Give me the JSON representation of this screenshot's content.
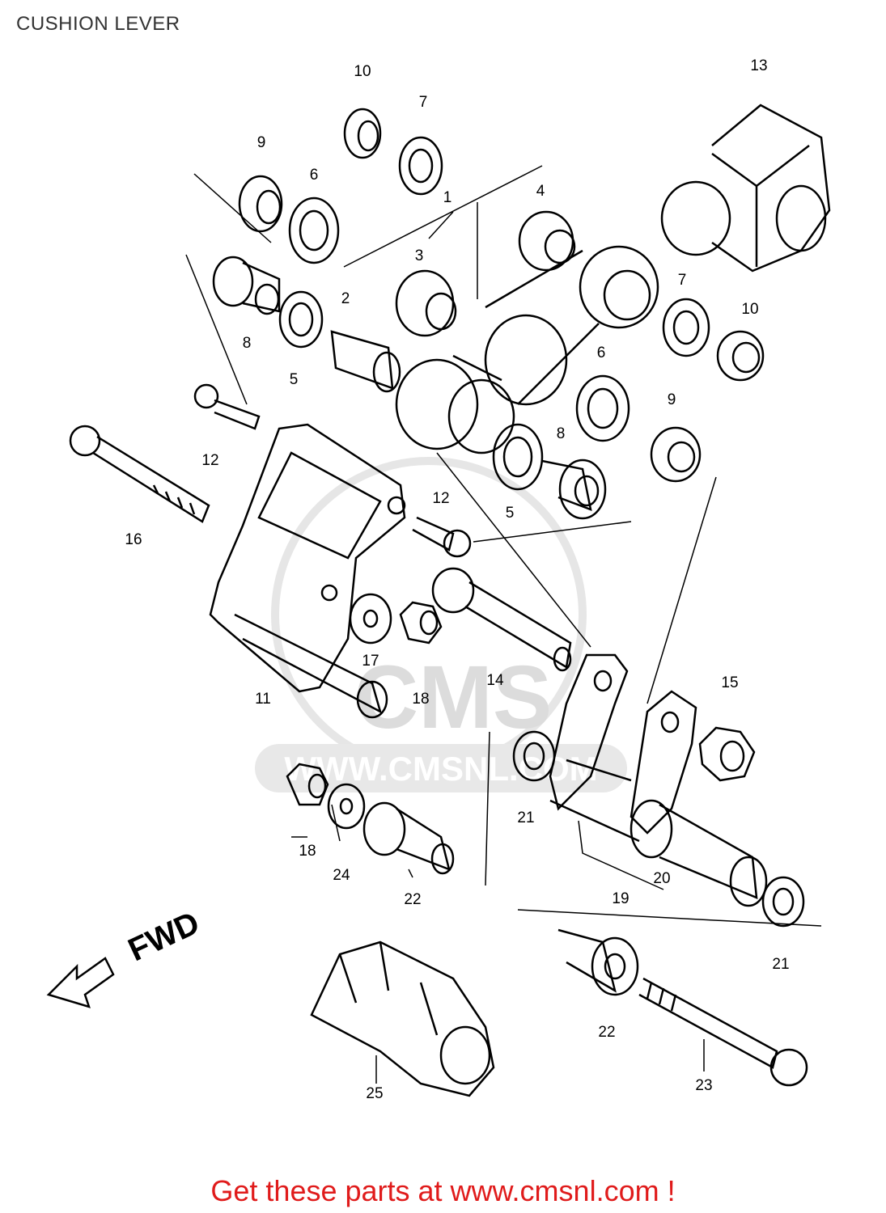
{
  "title": "CUSHION LEVER",
  "watermark": {
    "logo_text": "CMS",
    "url_text": "WWW.CMSNL.COM"
  },
  "direction_label": "FWD",
  "callouts": [
    "1",
    "2",
    "3",
    "4",
    "5",
    "5",
    "6",
    "6",
    "7",
    "7",
    "8",
    "8",
    "9",
    "9",
    "10",
    "10",
    "11",
    "12",
    "12",
    "13",
    "14",
    "15",
    "16",
    "17",
    "18",
    "18",
    "19",
    "20",
    "21",
    "21",
    "22",
    "22",
    "23",
    "24",
    "25"
  ],
  "footer_text": "Get these parts at www.cmsnl.com !",
  "colors": {
    "footer": "#e01b1b",
    "line_art": "#000000",
    "watermark": "#dcdcdc"
  }
}
